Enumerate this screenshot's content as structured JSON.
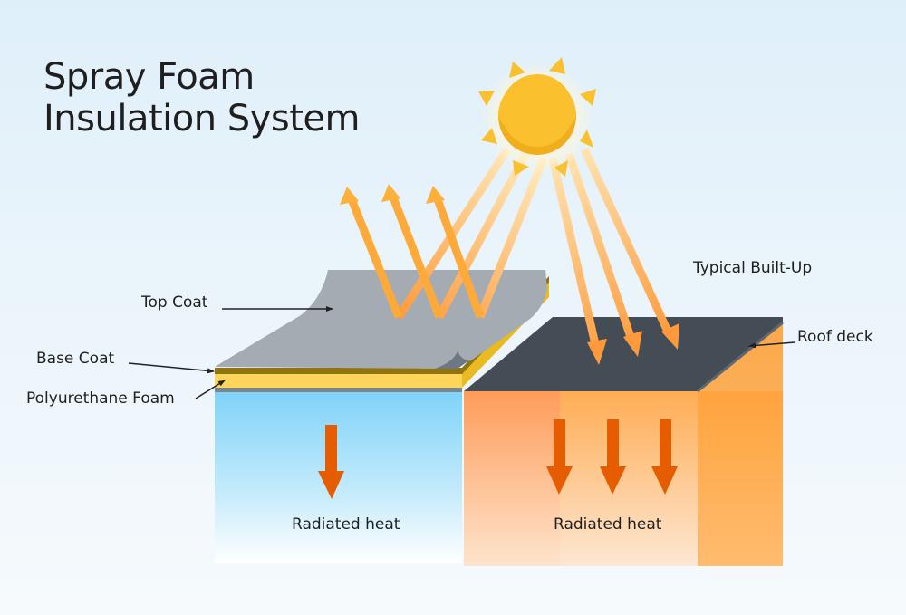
{
  "title": {
    "line1": "Spray Foam",
    "line2": "Insulation System"
  },
  "labels": {
    "top_coat": "Top Coat",
    "base_coat": "Base Coat",
    "polyurethane_foam": "Polyurethane Foam",
    "typical_built_up": "Typical Built-Up",
    "roof_deck": "Roof deck",
    "radiated_heat_left": "Radiated heat",
    "radiated_heat_right": "Radiated heat"
  },
  "colors": {
    "sun": "#fbc02d",
    "sun_shadow": "#f0ad1c",
    "ray": "#ffa040",
    "top_coat": "#a5abb2",
    "foam": "#fdd55a",
    "foam_dark": "#8f7410",
    "roof_deck": "#444c55",
    "cool_interior": "#7fd3fa",
    "hot_interior": "#ffa84a",
    "heat_arrow": "#e65c00"
  }
}
